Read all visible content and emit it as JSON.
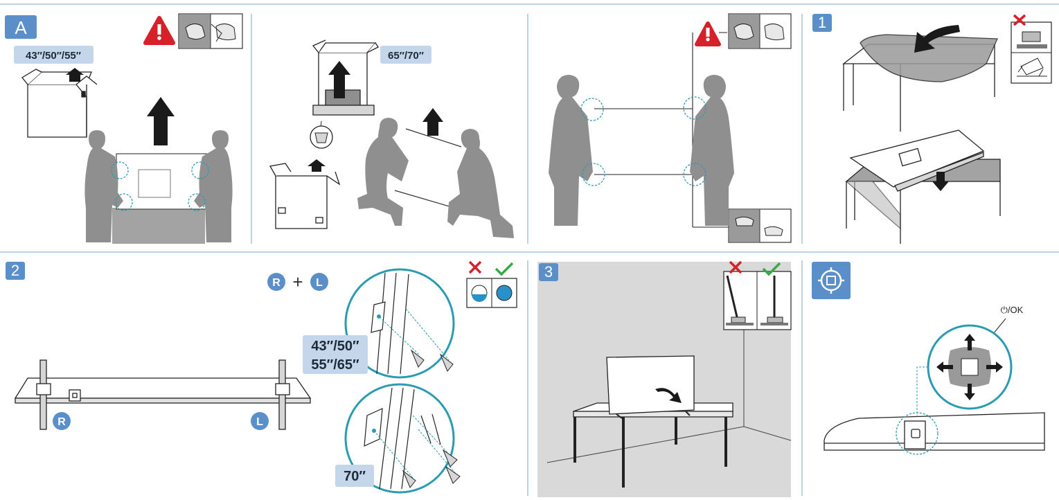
{
  "panels": {
    "a": {
      "step": "A",
      "size_small": "43″/50″/55″",
      "size_large": "65″/70″"
    },
    "p1": {
      "step": "1"
    },
    "p2": {
      "step": "2",
      "stand_right": "R",
      "stand_left": "L",
      "plus": "+",
      "size_group_1a": "43″/50″",
      "size_group_1b": "55″/65″",
      "size_group_2": "70″"
    },
    "p3": {
      "step": "3"
    },
    "p4": {
      "power_ok_label": "⏻/OK"
    }
  },
  "icons": {
    "warning": "warning-icon",
    "cross": "cross-mark-icon",
    "check": "check-mark-icon",
    "joystick": "joystick-icon"
  },
  "colors": {
    "step_badge": "#5b8fc9",
    "size_chip": "#c5d5ea",
    "warning_red": "#d6202a",
    "cross_red": "#d6202a",
    "check_green": "#3aa845",
    "figure_gray": "#8f8f8f",
    "teal_dash": "#2a9bb0",
    "divider_blue": "#7ea4cf"
  }
}
